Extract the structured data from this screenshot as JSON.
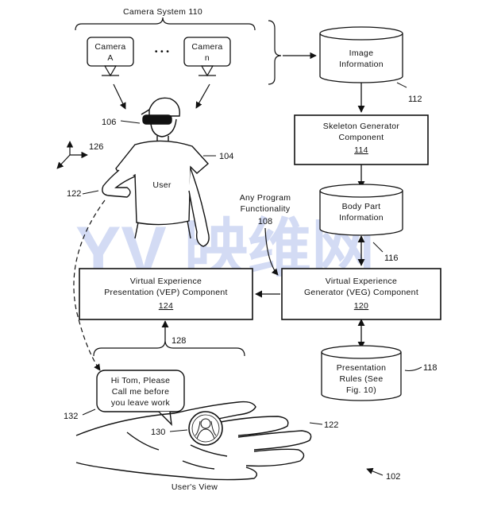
{
  "camera_system": {
    "title": "Camera System 110",
    "camera_a": [
      "Camera",
      "A"
    ],
    "ellipsis": "• • •",
    "camera_n": [
      "Camera",
      "n"
    ]
  },
  "image_info": {
    "lines": [
      "Image",
      "Information"
    ],
    "ref": "112"
  },
  "skeleton": {
    "lines": [
      "Skeleton Generator",
      "Component"
    ],
    "ref": "114"
  },
  "body_part": {
    "lines": [
      "Body Part",
      "Information"
    ],
    "ref": "116"
  },
  "any_program": {
    "lines": [
      "Any Program",
      "Functionality",
      "108"
    ]
  },
  "veg": {
    "lines": [
      "Virtual Experience",
      "Generator (VEG) Component"
    ],
    "ref": "120"
  },
  "vep": {
    "lines": [
      "Virtual Experience",
      "Presentation (VEP) Component"
    ],
    "ref": "124"
  },
  "presentation_rules": {
    "lines": [
      "Presentation",
      "Rules (See",
      "Fig. 10)"
    ],
    "ref": "118"
  },
  "user": {
    "label": "User"
  },
  "refs": {
    "r106": "106",
    "r104": "104",
    "r126": "126",
    "r122a": "122",
    "r128": "128",
    "r132": "132",
    "r130": "130",
    "r122b": "122",
    "r102": "102"
  },
  "bubble": {
    "lines": [
      "Hi Tom, Please",
      "Call me before",
      "you leave work"
    ]
  },
  "users_view": "User's View",
  "watermark": {
    "letters": "YV",
    "text": "映维网"
  },
  "colors": {
    "ink": "#111111",
    "watermark_blue": "#3a5fcf",
    "watermark_red": "#d64b4b"
  }
}
